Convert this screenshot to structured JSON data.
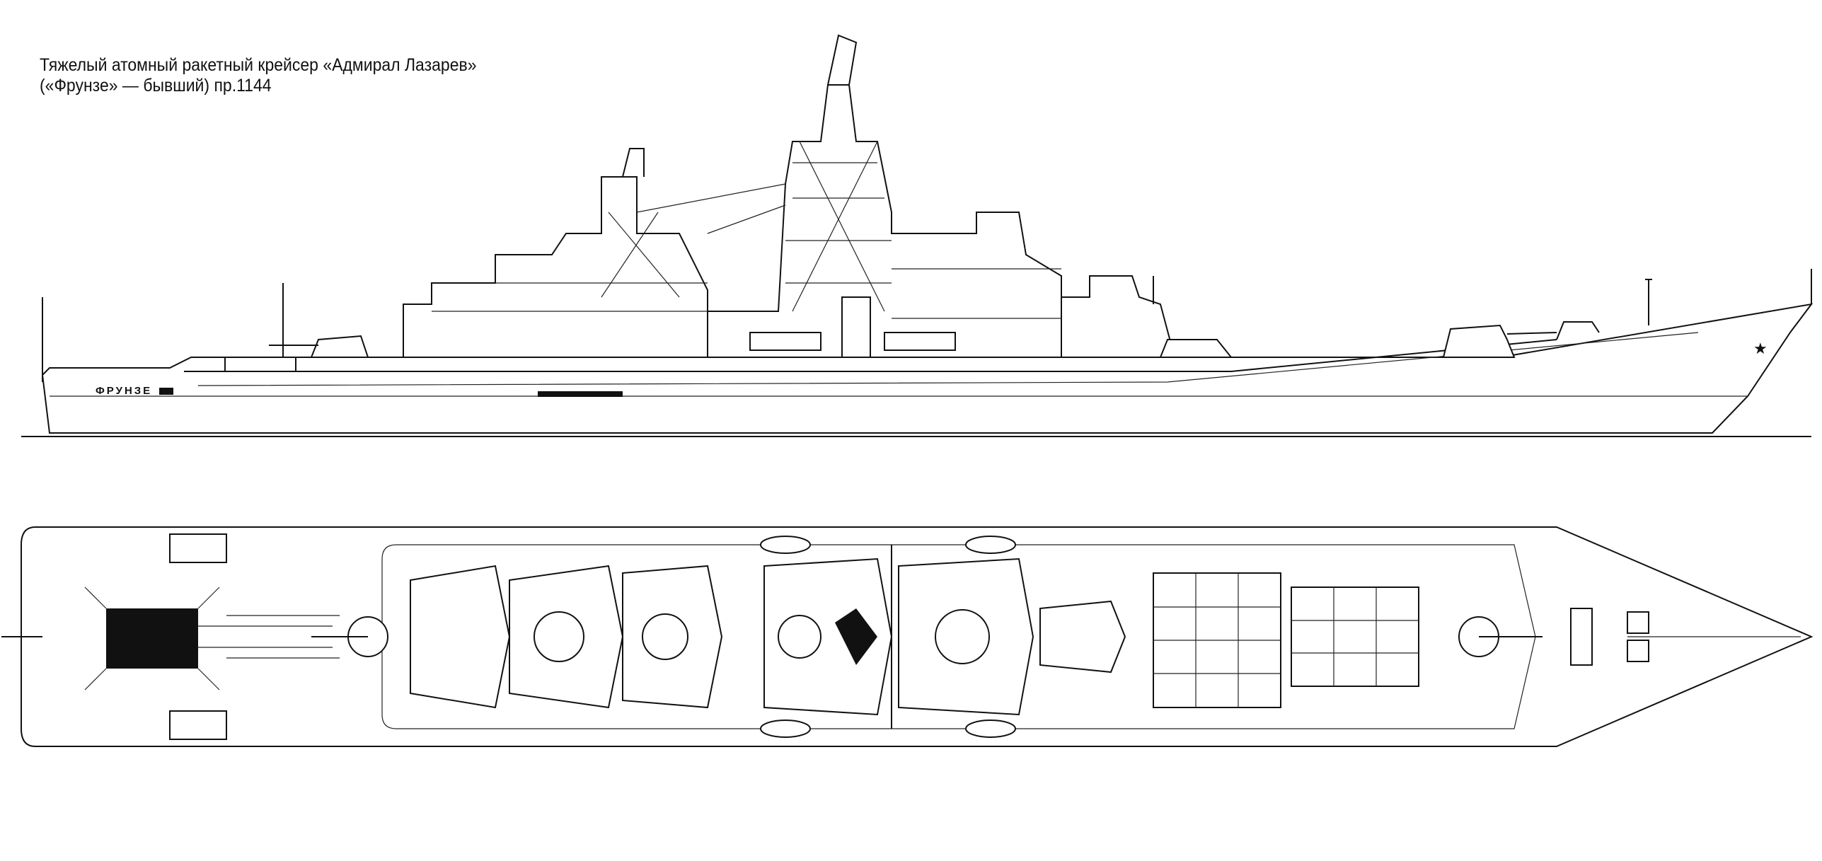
{
  "title": {
    "line1": "Тяжелый атомный ракетный крейсер «Адмирал Лазарев»",
    "line2": "(«Фрунзе» — бывший) пр.1144"
  },
  "side_view": {
    "hull_name": "ФРУНЗЕ"
  },
  "colors": {
    "ink": "#111111",
    "paper": "#ffffff"
  }
}
